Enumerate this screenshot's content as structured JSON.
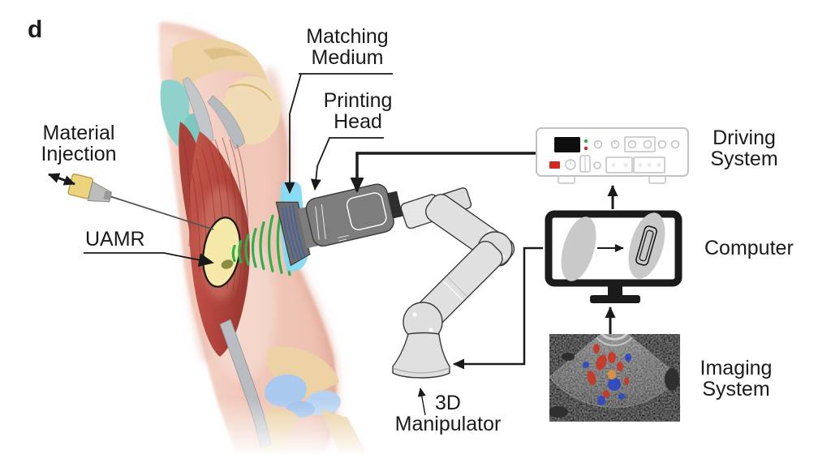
{
  "figure": {
    "panel_label": "d"
  },
  "labels": {
    "material_injection": {
      "line1": "Material",
      "line2": "Injection"
    },
    "uamr": {
      "text": "UAMR"
    },
    "matching_medium": {
      "line1": "Matching",
      "line2": "Medium"
    },
    "printing_head": {
      "line1": "Printing",
      "line2": "Head"
    },
    "driving_system": {
      "line1": "Driving",
      "line2": "System"
    },
    "computer": {
      "text": "Computer"
    },
    "imaging_system": {
      "line1": "Imaging",
      "line2": "System"
    },
    "manipulator_3d": {
      "line1": "3D",
      "line2": "Manipulator"
    }
  },
  "colors": {
    "text": "#1a1a1a",
    "skin": "#f1c9bb",
    "skin-shadow": "#dca08f",
    "muscle-red": "#b5473e",
    "muscle-highlight": "#d98b7c",
    "bone-tan": "#ecd2a4",
    "cartilage-teal": "#8fd2cb",
    "cartilage-blue": "#a9c9ee",
    "tendon-gray": "#b9bdc1",
    "uamr-fill": "#f5e8a9",
    "uamr-blob": "#8b8d3f",
    "wave-green": "#2cb14b",
    "matching-cyan": "#84daf5",
    "probe-gray": "#7d7d7d",
    "probe-face-blue": "#3c5fae",
    "robot-gray": "#e0e0e0",
    "device-outline": "#c2c2c2",
    "indicator-red": "#cf2b20",
    "indicator-green": "#3da84b",
    "monitor-black": "#1b1b1b",
    "doppler-red": "#c93726",
    "doppler-blue": "#2e49c3",
    "doppler-orange": "#e2923f"
  }
}
